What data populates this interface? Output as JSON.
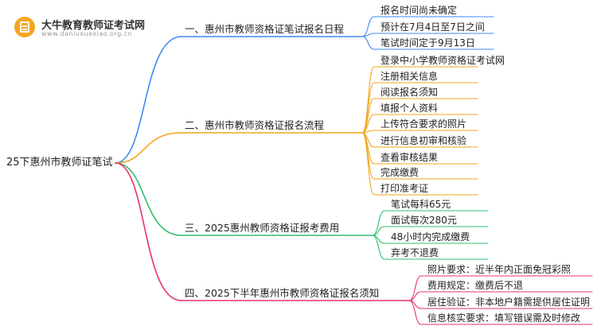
{
  "logo": {
    "name": "大牛教育教师证考试网",
    "url": "www.daniuxuexiao.org.cn"
  },
  "root": "25下惠州市教师证笔试",
  "colors": {
    "blue": "#3d8af7",
    "orange": "#f2a619",
    "green": "#2fbf71",
    "magenta": "#e8336d"
  },
  "sections": [
    {
      "title": "一、惠州市教师资格证笔试报名日程",
      "color": "blue",
      "items": [
        "报名时间尚未确定",
        "预计在7月4日至7日之间",
        "笔试时间定于9月13日"
      ]
    },
    {
      "title": "二、惠州市教师资格证报名流程",
      "color": "orange",
      "items": [
        "登录中小学教师资格证考试网",
        "注册相关信息",
        "阅读报名须知",
        "填报个人资料",
        "上传符合要求的照片",
        "进行信息初审和核验",
        "查看审核结果",
        "完成缴费",
        "打印准考证"
      ]
    },
    {
      "title": "三、2025惠州教师资格证报考费用",
      "color": "green",
      "items": [
        "笔试每科65元",
        "面试每次280元",
        "48小时内完成缴费",
        "弃考不退费"
      ]
    },
    {
      "title": "四、2025下半年惠州市教师资格证报名须知",
      "color": "magenta",
      "items": [
        "照片要求：近半年内正面免冠彩照",
        "费用规定：缴费后不退",
        "居住验证：非本地户籍需提供居住证明",
        "信息核实要求：填写错误需及时修改"
      ]
    }
  ]
}
